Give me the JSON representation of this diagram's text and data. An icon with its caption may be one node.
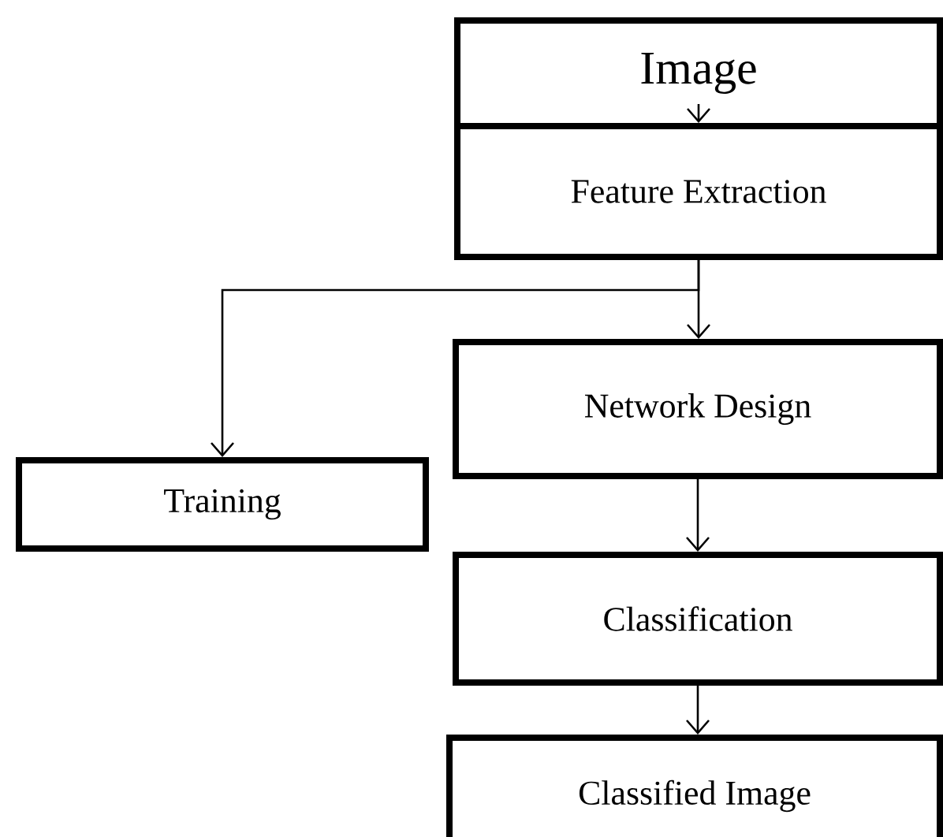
{
  "diagram": {
    "nodes": [
      {
        "text": [
          "Image"
        ]
      },
      {
        "text": [
          "Feature Extraction"
        ]
      },
      {
        "text": [
          "Network Design"
        ]
      },
      {
        "text": [
          "Training"
        ]
      },
      {
        "text": [
          "Classification"
        ]
      },
      {
        "text": [
          "Classified Image"
        ]
      }
    ],
    "edges": [
      {
        "from": 0,
        "to": 1,
        "arrow": "to"
      },
      {
        "from": 1,
        "to": 2,
        "arrow": "to"
      },
      {
        "from": 1,
        "to": 3,
        "arrow": "to"
      },
      {
        "from": 2,
        "to": 4,
        "arrow": "to"
      },
      {
        "from": 4,
        "to": 5,
        "arrow": "to"
      }
    ]
  }
}
